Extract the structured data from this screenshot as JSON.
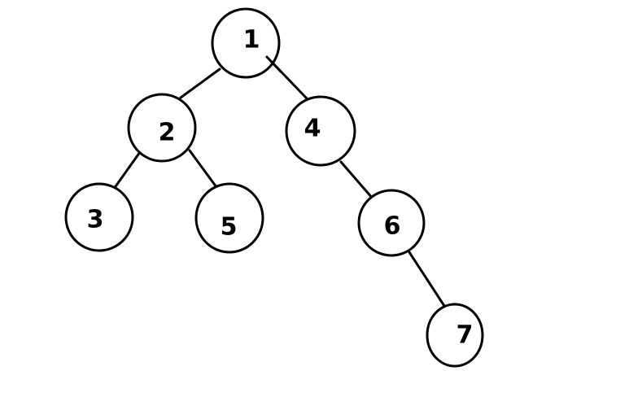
{
  "diagram": {
    "type": "binary-tree",
    "nodes": [
      {
        "id": "1",
        "label": "1"
      },
      {
        "id": "2",
        "label": "2"
      },
      {
        "id": "4",
        "label": "4"
      },
      {
        "id": "3",
        "label": "3"
      },
      {
        "id": "5",
        "label": "5"
      },
      {
        "id": "6",
        "label": "6"
      },
      {
        "id": "7",
        "label": "7"
      }
    ],
    "edges": [
      {
        "from": "1",
        "to": "2"
      },
      {
        "from": "1",
        "to": "4"
      },
      {
        "from": "2",
        "to": "3"
      },
      {
        "from": "2",
        "to": "5"
      },
      {
        "from": "4",
        "to": "6"
      },
      {
        "from": "6",
        "to": "7"
      }
    ]
  }
}
